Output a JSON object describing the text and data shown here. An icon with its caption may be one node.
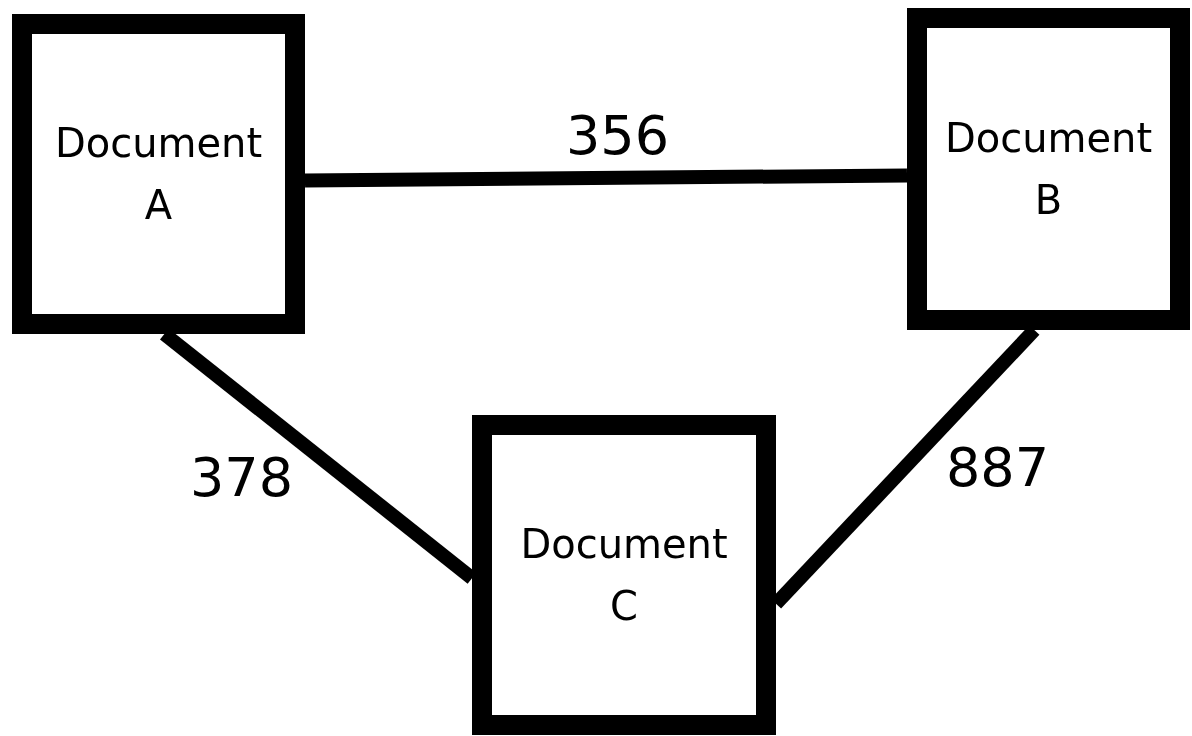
{
  "diagram": {
    "nodes": [
      {
        "text": [
          "Document A"
        ]
      },
      {
        "text": [
          "Document B"
        ]
      },
      {
        "text": [
          "Document C"
        ]
      }
    ],
    "edges": [
      {
        "from": 0,
        "to": 1,
        "arrow": "none",
        "label": "356"
      },
      {
        "from": 0,
        "to": 2,
        "arrow": "none",
        "label": "378"
      },
      {
        "from": 1,
        "to": 2,
        "arrow": "none",
        "label": "887"
      }
    ]
  }
}
